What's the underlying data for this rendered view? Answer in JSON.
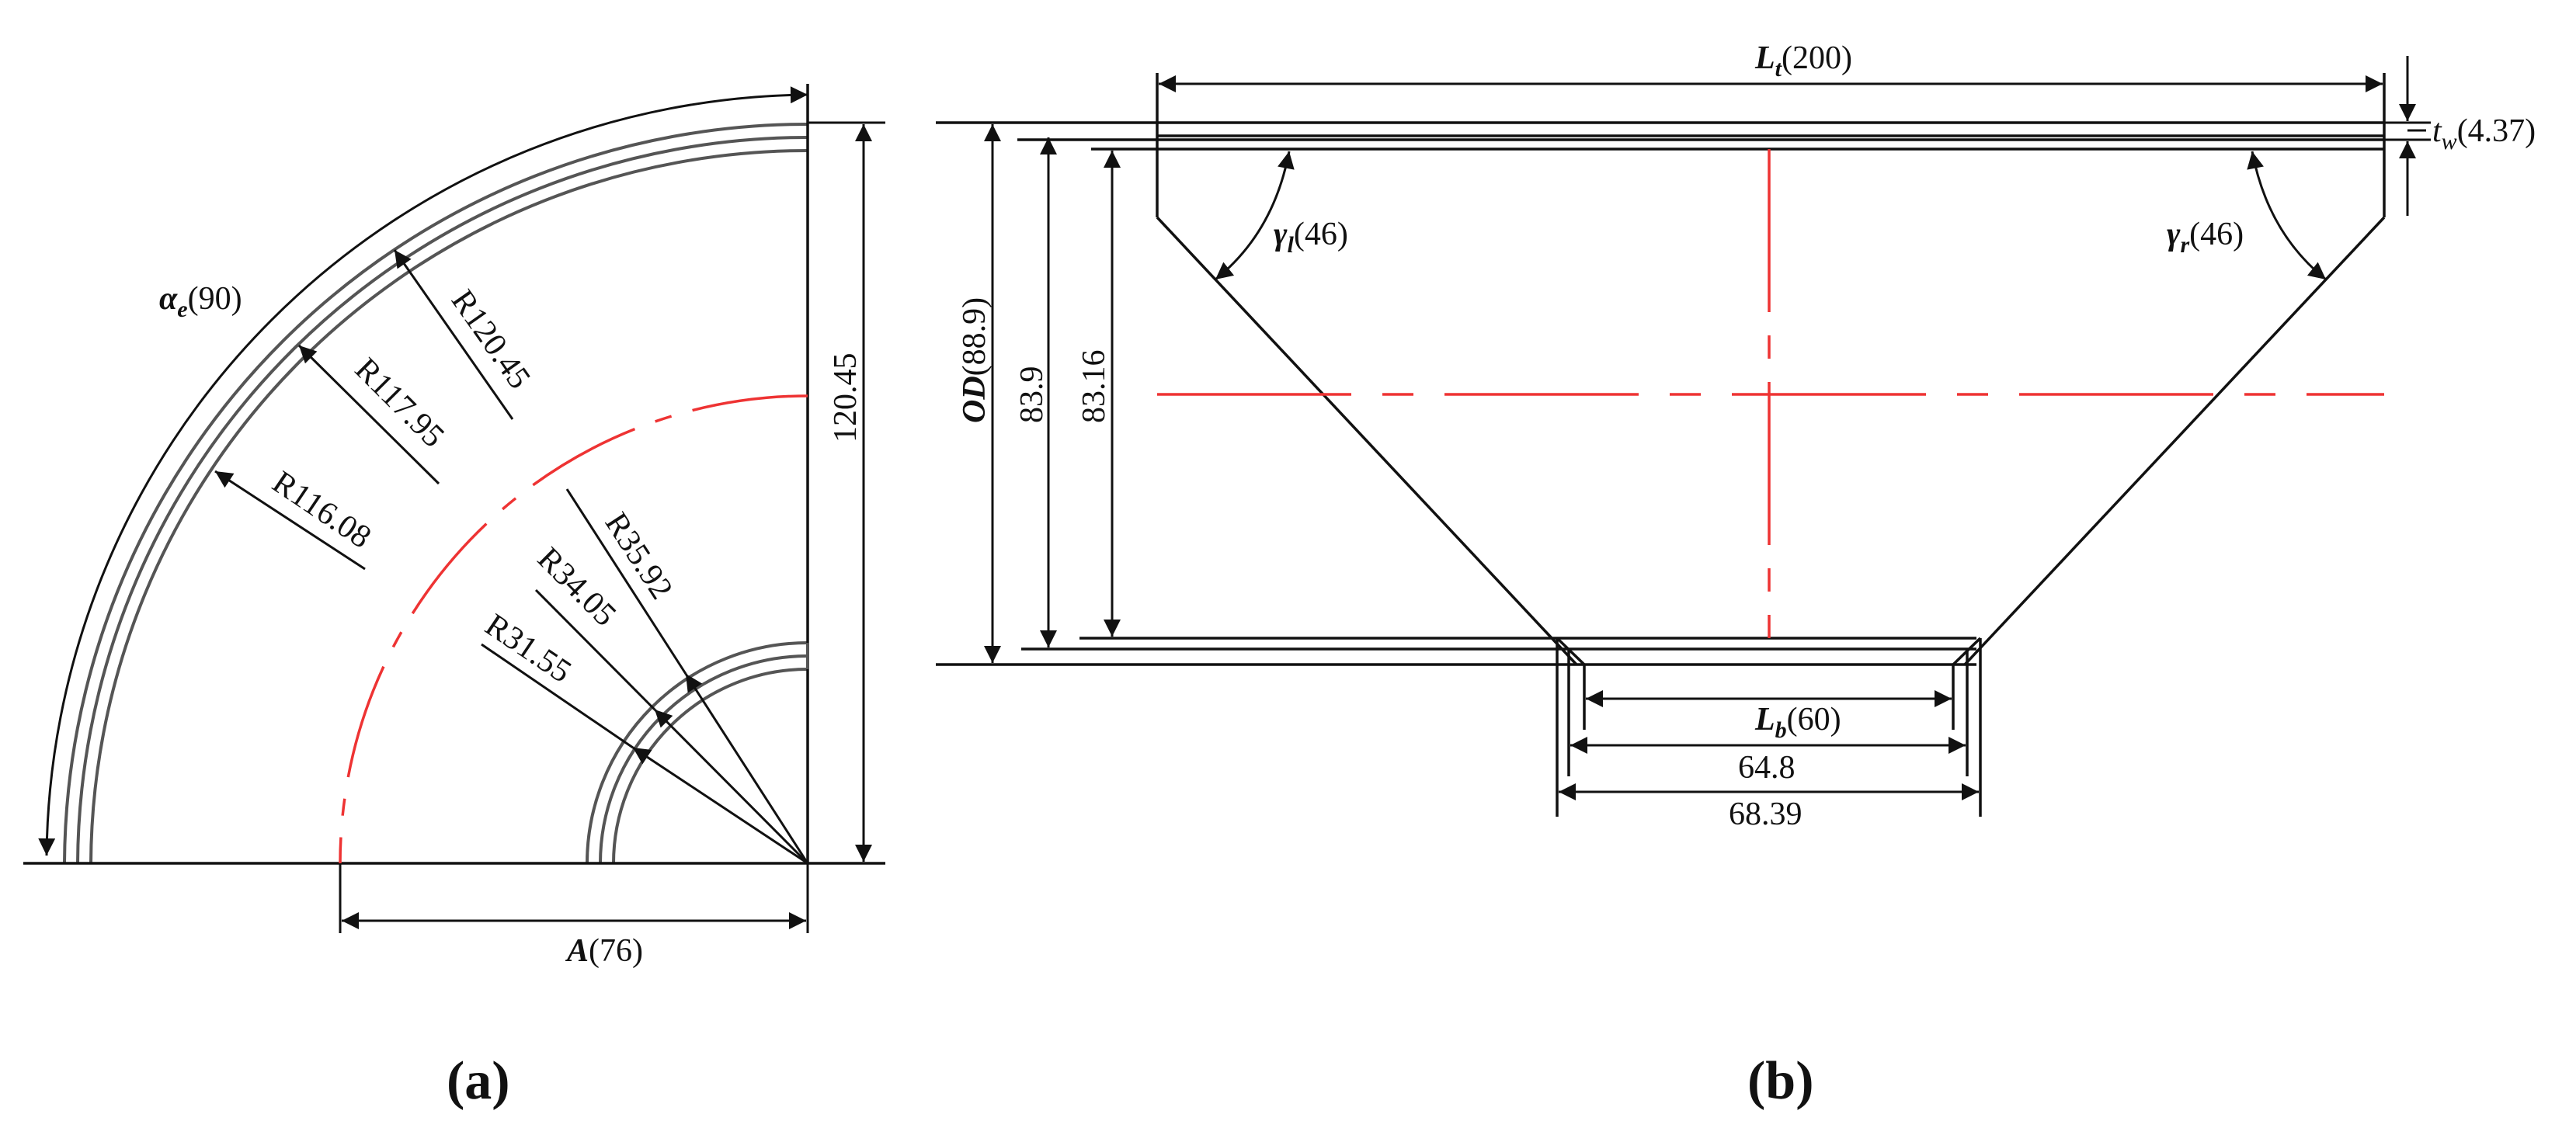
{
  "panel_a": {
    "caption": "(a)",
    "angle_symbol": "α",
    "angle_sub": "e",
    "angle_value": "(90)",
    "radius_outer_1": "R120.45",
    "radius_outer_2": "R117.95",
    "radius_outer_3": "R116.08",
    "radius_inner_1": "R35.92",
    "radius_inner_2": "R34.05",
    "radius_inner_3": "R31.55",
    "height_label": "120.45",
    "a_symbol": "A",
    "a_value": "(76)"
  },
  "panel_b": {
    "caption": "(b)",
    "lt_symbol": "L",
    "lt_sub": "t",
    "lt_value": "(200)",
    "tw_symbol": "t",
    "tw_sub": "w",
    "tw_value": "(4.37)",
    "od_symbol": "OD",
    "od_value": "(88.9)",
    "dim_839": "83.9",
    "dim_8316": "83.16",
    "gl_symbol": "γ",
    "gl_sub": "l",
    "gl_value": "(46)",
    "gr_symbol": "γ",
    "gr_sub": "r",
    "gr_value": "(46)",
    "lb_symbol": "L",
    "lb_sub": "b",
    "lb_value": "(60)",
    "dim_648": "64.8",
    "dim_6839": "68.39"
  }
}
